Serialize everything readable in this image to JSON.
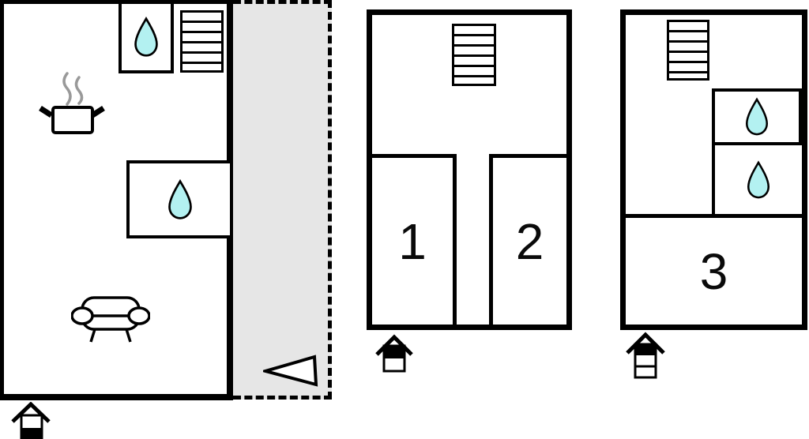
{
  "colors": {
    "wall": "#000000",
    "water": "#b3f1f1",
    "terrace": "#e6e6e6",
    "steam": "#999999",
    "paper": "#ffffff"
  },
  "floors": {
    "main": {
      "features": [
        "water-drop",
        "stairs",
        "cooking-pot",
        "water-drop",
        "sofa",
        "terrace",
        "direction-arrow",
        "house-level-indicator-lower"
      ]
    },
    "upper": {
      "rooms": [
        {
          "label": "1"
        },
        {
          "label": "2"
        }
      ],
      "features": [
        "stairs",
        "house-level-indicator-top-of-2"
      ]
    },
    "second": {
      "rooms": [
        {
          "label": "3"
        }
      ],
      "features": [
        "stairs",
        "water-drop",
        "water-drop",
        "house-level-indicator-top-of-3"
      ]
    }
  }
}
